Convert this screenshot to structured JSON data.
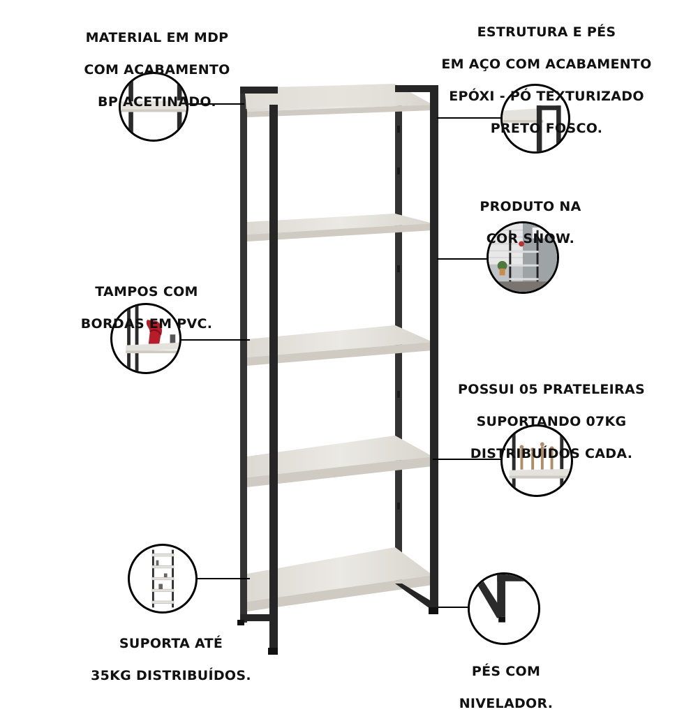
{
  "callouts": {
    "material": {
      "lines": [
        "MATERIAL EM MDP",
        "COM ACABAMENTO",
        "BP ACETINADO."
      ]
    },
    "estrutura": {
      "lines": [
        "ESTRUTURA E PÉS",
        "EM AÇO COM ACABAMENTO",
        "EPÓXI - PÓ TEXTURIZADO",
        "PRETO FOSCO."
      ]
    },
    "cor": {
      "lines": [
        "PRODUTO NA",
        "COR SNOW."
      ]
    },
    "tampos": {
      "lines": [
        "TAMPOS COM",
        "BORDAS EM PVC."
      ]
    },
    "prateleiras": {
      "lines": [
        "POSSUI 05 PRATELEIRAS",
        "SUPORTANDO 07KG",
        "DISTRIBUÍDOS CADA."
      ]
    },
    "suporta": {
      "lines": [
        "SUPORTA ATÉ",
        "35KG  DISTRIBUÍDOS."
      ]
    },
    "pes": {
      "lines": [
        "PÉS COM",
        "NIVELADOR."
      ]
    }
  },
  "colors": {
    "frame": "#2b2b2b",
    "shelf": "#e4e2dc",
    "shelf_edge": "#cfcbc2"
  },
  "product": {
    "shelf_count": 5
  }
}
